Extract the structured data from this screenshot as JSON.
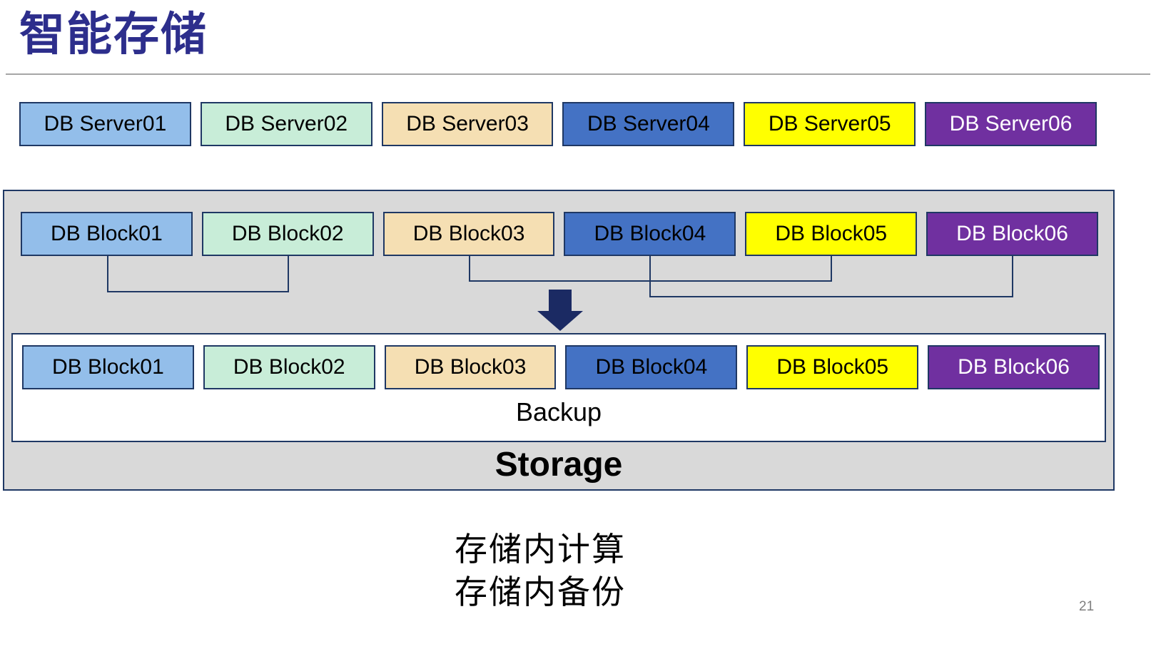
{
  "slide": {
    "title": "智能存储",
    "page_number": "21"
  },
  "palette": {
    "c1": "#93BEEA",
    "c2": "#C8EDD8",
    "c3": "#F5DFB3",
    "c4": "#4472C4",
    "c5": "#FFFF00",
    "c6": "#7030A0",
    "white_text": "#FFFFFF",
    "border_navy": "#1F3864",
    "container_gray": "#D9D9D9",
    "arrow_navy": "#1B2A63",
    "title_blue": "#2D2E8C"
  },
  "servers": [
    {
      "label": "DB Server01"
    },
    {
      "label": "DB Server02"
    },
    {
      "label": "DB Server03"
    },
    {
      "label": "DB Server04"
    },
    {
      "label": "DB Server05"
    },
    {
      "label": "DB Server06"
    }
  ],
  "storage": {
    "top_blocks": [
      {
        "label": "DB Block01"
      },
      {
        "label": "DB Block02"
      },
      {
        "label": "DB Block03"
      },
      {
        "label": "DB Block04"
      },
      {
        "label": "DB Block05"
      },
      {
        "label": "DB Block06"
      }
    ],
    "bottom_blocks": [
      {
        "label": "DB Block01"
      },
      {
        "label": "DB Block02"
      },
      {
        "label": "DB Block03"
      },
      {
        "label": "DB Block04"
      },
      {
        "label": "DB Block05"
      },
      {
        "label": "DB Block06"
      }
    ],
    "backup_label": "Backup",
    "label": "Storage"
  },
  "caption": {
    "line1": "存储内计算",
    "line2": "存储内备份"
  }
}
